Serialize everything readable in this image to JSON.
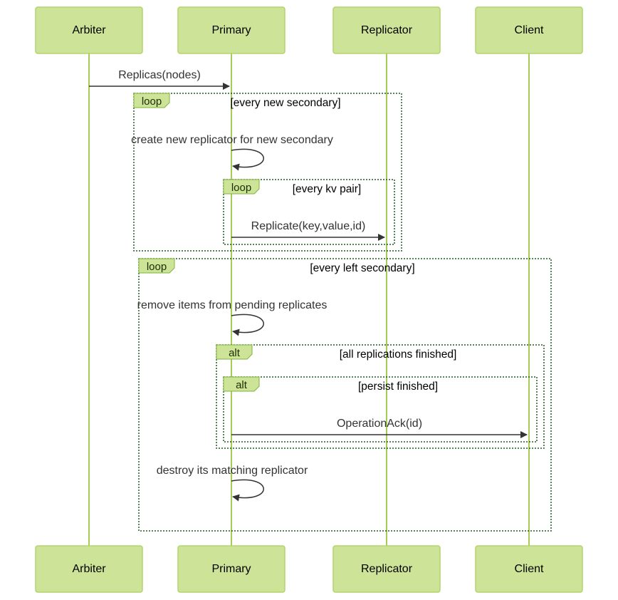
{
  "actors": [
    {
      "id": "arbiter",
      "label": "Arbiter"
    },
    {
      "id": "primary",
      "label": "Primary"
    },
    {
      "id": "replicator",
      "label": "Replicator"
    },
    {
      "id": "client",
      "label": "Client"
    }
  ],
  "messages": {
    "replicas": "Replicas(nodes)",
    "create_replicator": "create new replicator for new secondary",
    "replicate": "Replicate(key,value,id)",
    "remove_items": "remove items from pending replicates",
    "operation_ack": "OperationAck(id)",
    "destroy_replicator": "destroy its matching replicator"
  },
  "fragments": {
    "loop_new_secondary": {
      "kind": "loop",
      "condition": "[every new secondary]"
    },
    "loop_kv_pair": {
      "kind": "loop",
      "condition": "[every kv pair]"
    },
    "loop_left_secondary": {
      "kind": "loop",
      "condition": "[every left secondary]"
    },
    "alt_replications": {
      "kind": "alt",
      "condition": "[all replications finished]"
    },
    "alt_persist": {
      "kind": "alt",
      "condition": "[persist finished]"
    }
  },
  "colors": {
    "actor_fill": "#cde498",
    "actor_border": "#b3d36c",
    "lifeline": "#a7cc52",
    "frame_border": "#1f5b1f"
  }
}
